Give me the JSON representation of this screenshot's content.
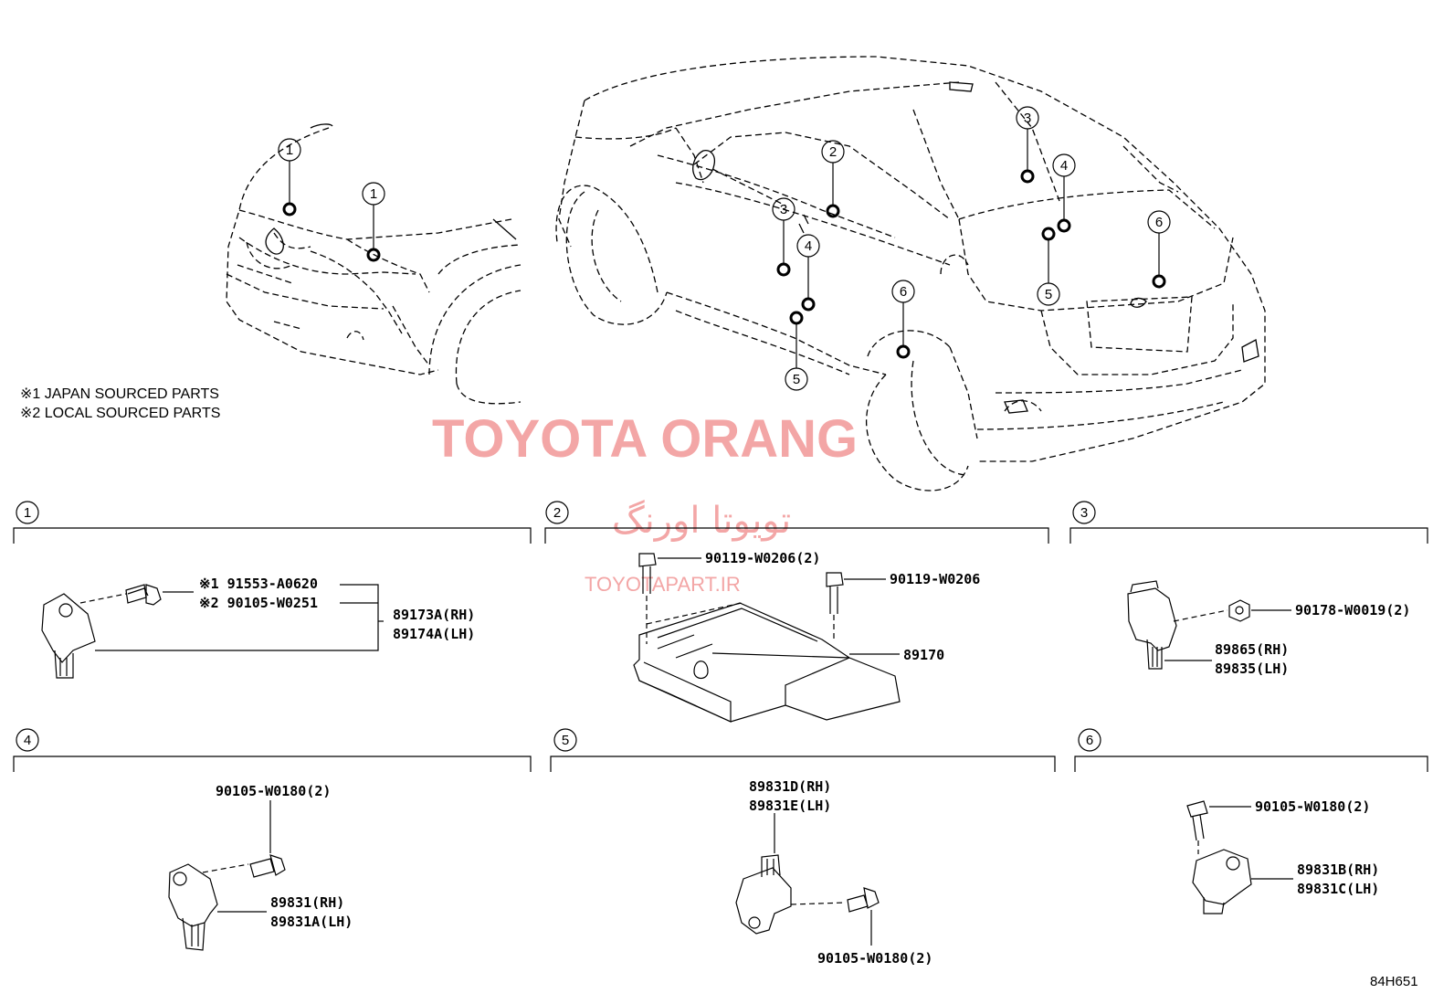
{
  "notes": {
    "note1": "※1 JAPAN SOURCED PARTS",
    "note2": "※2 LOCAL SOURCED PARTS"
  },
  "watermark": {
    "main": "TOYOTA ORANG",
    "persian": "تویوتا اورنگ",
    "site": "TOYOTAPART.IR",
    "color": "#f3a6a6"
  },
  "callouts": {
    "front_1a": "1",
    "front_1b": "1",
    "rear_2": "2",
    "rear_3a": "3",
    "rear_3b": "3",
    "rear_4a": "4",
    "rear_4b": "4",
    "rear_5a": "5",
    "rear_5b": "5",
    "rear_6a": "6",
    "rear_6b": "6"
  },
  "sections": {
    "s1": {
      "num": "1",
      "bolt1": "※1 91553-A0620",
      "bolt2": "※2 90105-W0251",
      "part_rh": "89173A(RH)",
      "part_lh": "89174A(LH)"
    },
    "s2": {
      "num": "2",
      "bolt_a": "90119-W0206(2)",
      "bolt_b": "90119-W0206",
      "part": "89170"
    },
    "s3": {
      "num": "3",
      "nut": "90178-W0019(2)",
      "part_rh": "89865(RH)",
      "part_lh": "89835(LH)"
    },
    "s4": {
      "num": "4",
      "bolt": "90105-W0180(2)",
      "part_rh": "89831(RH)",
      "part_lh": "89831A(LH)"
    },
    "s5": {
      "num": "5",
      "part_rh": "89831D(RH)",
      "part_lh": "89831E(LH)",
      "bolt": "90105-W0180(2)"
    },
    "s6": {
      "num": "6",
      "bolt": "90105-W0180(2)",
      "part_rh": "89831B(RH)",
      "part_lh": "89831C(LH)"
    }
  },
  "diagram_code": "84H651"
}
